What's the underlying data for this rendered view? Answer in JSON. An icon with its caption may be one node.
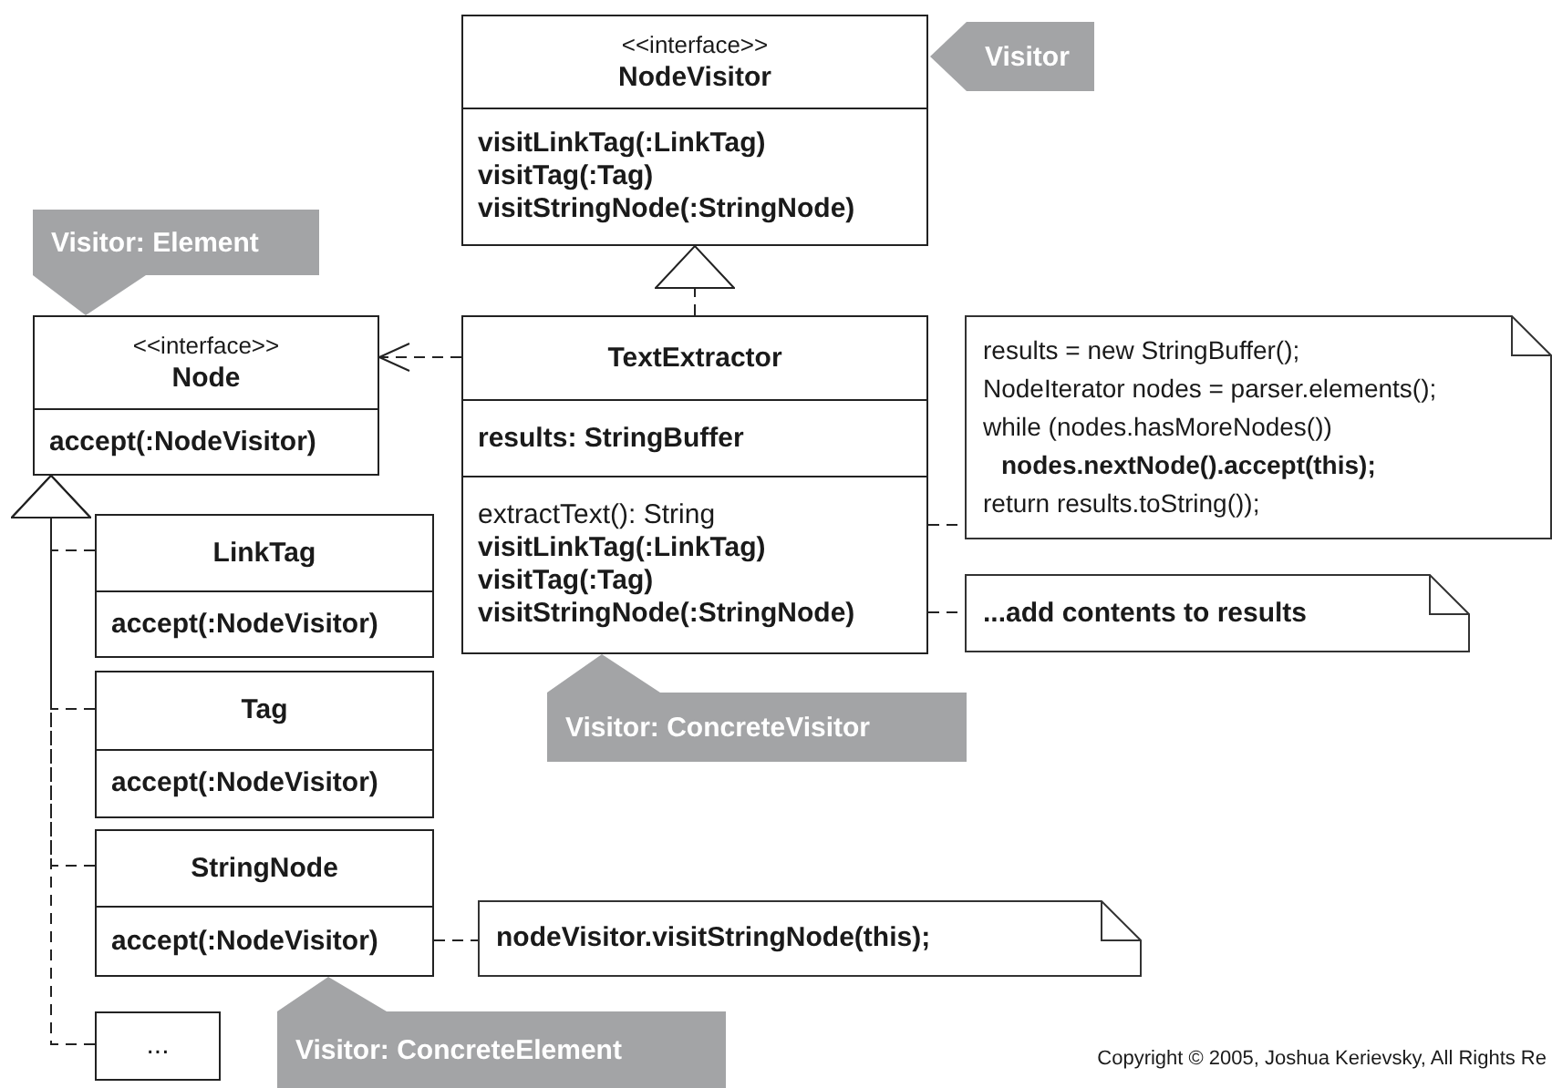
{
  "diagram": {
    "nodes": [
      {
        "text": [
          "<<interface>>",
          "NodeVisitor",
          "visitLinkTag(:LinkTag)",
          "visitTag(:Tag)",
          "visitStringNode(:StringNode)"
        ]
      },
      {
        "text": [
          "Visitor"
        ]
      },
      {
        "text": [
          "Visitor: Element"
        ]
      },
      {
        "text": [
          "<<interface>>",
          "Node",
          "accept(:NodeVisitor)"
        ]
      },
      {
        "text": [
          "TextExtractor",
          "results: StringBuffer",
          "extractText(): String",
          "visitLinkTag(:LinkTag)",
          "visitTag(:Tag)",
          "visitStringNode(:StringNode)"
        ]
      },
      {
        "text": [
          "results = new StringBuffer();",
          "NodeIterator nodes = parser.elements();",
          "while (nodes.hasMoreNodes())",
          "**nodes.nextNode().accept(this);**",
          "return results.toString());"
        ]
      },
      {
        "text": [
          "...add contents to results"
        ]
      },
      {
        "text": [
          "LinkTag",
          "accept(:NodeVisitor)"
        ]
      },
      {
        "text": [
          "Tag",
          "accept(:NodeVisitor)"
        ]
      },
      {
        "text": [
          "StringNode",
          "accept(:NodeVisitor)"
        ]
      },
      {
        "text": [
          "..."
        ]
      },
      {
        "text": [
          "nodeVisitor.visitStringNode(this);"
        ]
      },
      {
        "text": [
          "Visitor: ConcreteVisitor"
        ]
      },
      {
        "text": [
          "Visitor: ConcreteElement"
        ]
      }
    ],
    "edges": [
      {
        "from": 4,
        "to": 0,
        "arrow": "to",
        "style": "dashed"
      },
      {
        "from": 4,
        "to": 3,
        "arrow": "to",
        "style": "dashed"
      },
      {
        "from": 7,
        "to": 3,
        "arrow": "to",
        "style": "dashed"
      },
      {
        "from": 8,
        "to": 3,
        "arrow": "to",
        "style": "dashed"
      },
      {
        "from": 9,
        "to": 3,
        "arrow": "to",
        "style": "dashed"
      },
      {
        "from": 10,
        "to": 3,
        "arrow": "to",
        "style": "dashed"
      },
      {
        "from": 4,
        "to": 5,
        "arrow": "none",
        "style": "dashed"
      },
      {
        "from": 4,
        "to": 6,
        "arrow": "none",
        "style": "dashed"
      },
      {
        "from": 9,
        "to": 11,
        "arrow": "none",
        "style": "dashed"
      }
    ],
    "labels": [
      "Copyright © 2005, Joshua Kerievsky, All Rights Re"
    ]
  }
}
